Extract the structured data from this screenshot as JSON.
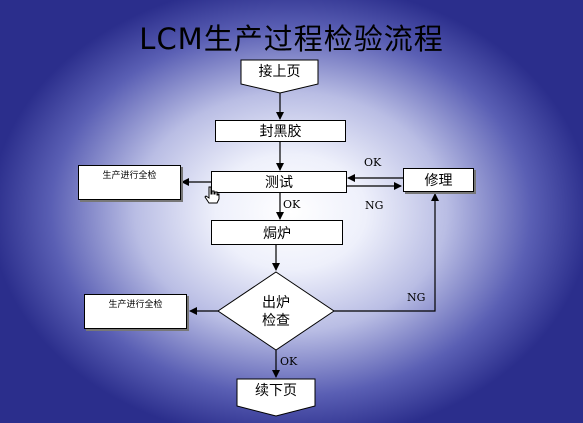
{
  "title": "LCM生产过程检验流程",
  "nodes": {
    "start": "接上页",
    "glue": "封黑胶",
    "test": "测试",
    "repair": "修理",
    "oven": "焗炉",
    "inspect_line1": "出炉",
    "inspect_line2": "检查",
    "end": "续下页",
    "full_check_1": "生产进行全检",
    "full_check_2": "生产进行全检"
  },
  "edge_labels": {
    "repair_ok": "OK",
    "test_ng": "NG",
    "test_ok": "OK",
    "inspect_ng": "NG",
    "inspect_ok": "OK"
  },
  "colors": {
    "background_outer": "#2b2e8c",
    "background_center": "#ffffff"
  }
}
